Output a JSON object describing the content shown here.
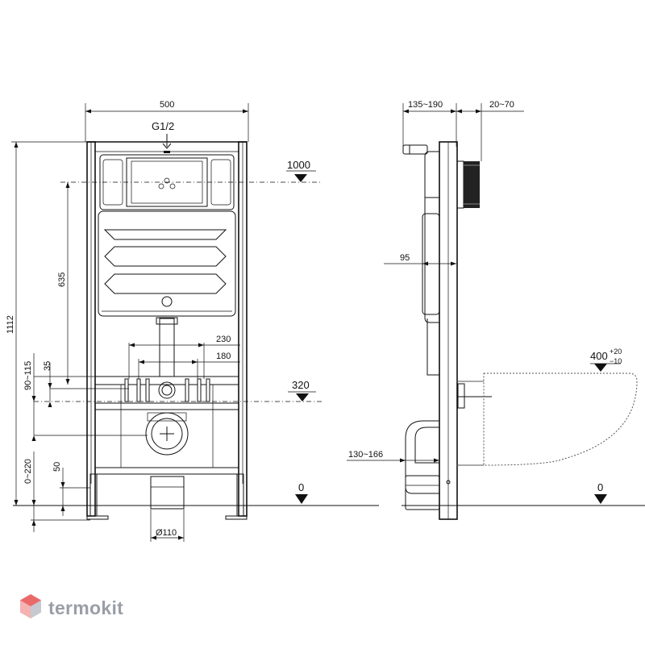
{
  "dimensions": {
    "frame_width": "500",
    "inlet_thread": "G1/2",
    "flush_level": "1000",
    "total_height": "1112",
    "button_height": "635",
    "mount_spacing_outer": "230",
    "mount_spacing_inner": "180",
    "mount_offset": "35",
    "mount_range": "90~115",
    "bolt_level": "320",
    "leg_adjust": "0~220",
    "leg_base": "50",
    "drain_diameter": "Ø110",
    "floor_level": "0",
    "side_depth_frame": "135~190",
    "side_depth_panel": "20~70",
    "side_tank_depth": "95",
    "side_elbow_offset": "130~166",
    "bowl_height": "400",
    "bowl_tol_plus": "+20",
    "bowl_tol_minus": "−10",
    "side_floor_level": "0"
  },
  "watermark": {
    "brand": "termokit"
  }
}
